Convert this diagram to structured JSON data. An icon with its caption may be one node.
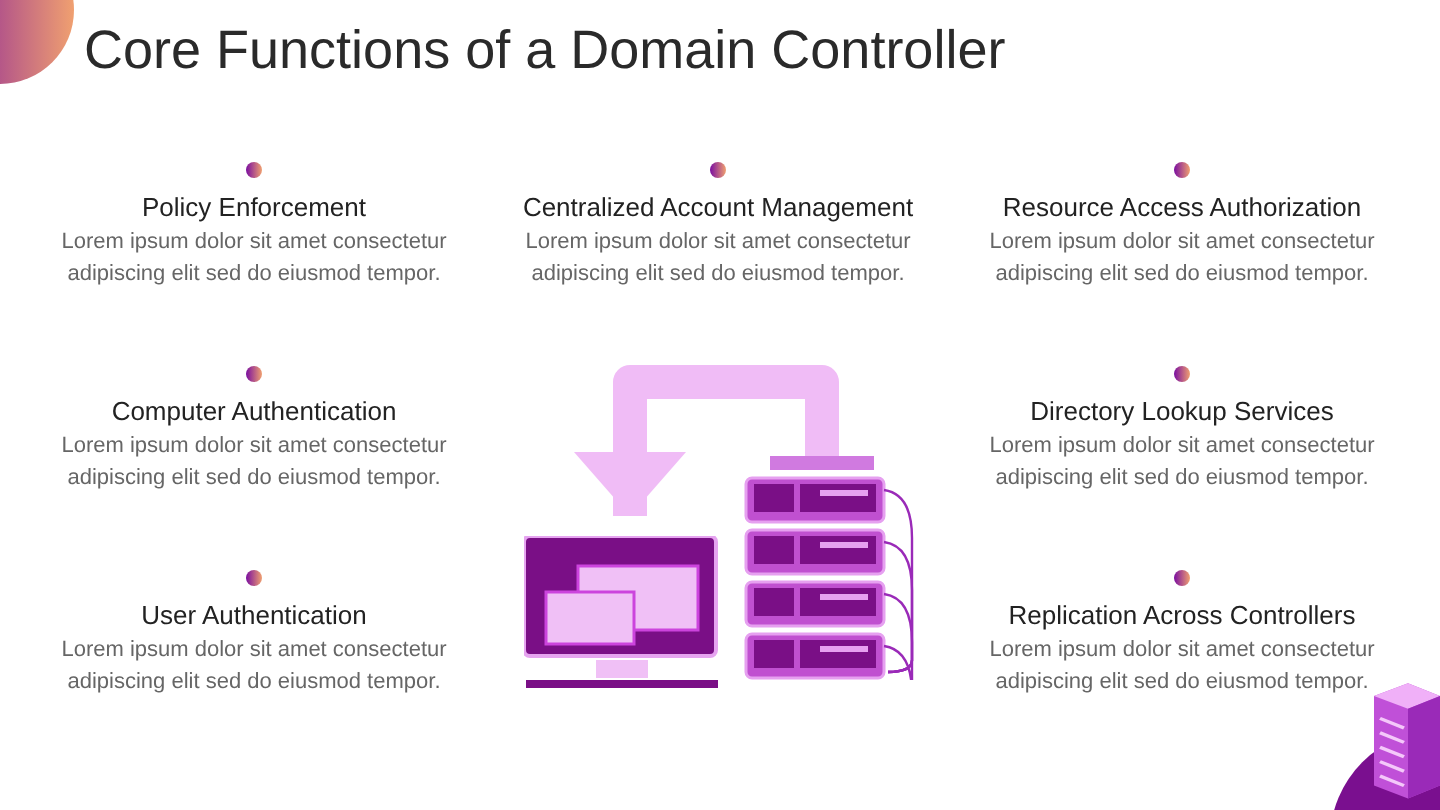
{
  "diagram": {
    "title": "Core Functions of a Domain Controller",
    "nodes": [
      {
        "text": [],
        "shape": "picture"
      },
      {
        "text": [],
        "shape": "picture"
      }
    ],
    "edges": [
      {
        "from": 1,
        "to": 0,
        "arrow": "to"
      }
    ],
    "labels": [
      "Policy Enforcement",
      "Lorem ipsum dolor sit amet consectetur adipiscing elit sed do eiusmod tempor.",
      "Centralized Account Management",
      "Lorem ipsum dolor sit amet consectetur adipiscing elit sed do eiusmod tempor.",
      "Resource Access Authorization",
      "Lorem ipsum dolor sit amet consectetur adipiscing elit sed do eiusmod tempor.",
      "Computer Authentication",
      "Lorem ipsum dolor sit amet consectetur adipiscing elit sed do eiusmod tempor.",
      "Directory Lookup Services",
      "Lorem ipsum dolor sit amet consectetur adipiscing elit sed do eiusmod tempor.",
      "User Authentication",
      "Lorem ipsum dolor sit amet consectetur adipiscing elit sed do eiusmod tempor.",
      "Replication Across Controllers",
      "Lorem ipsum dolor sit amet consectetur adipiscing elit sed do eiusmod tempor."
    ]
  }
}
